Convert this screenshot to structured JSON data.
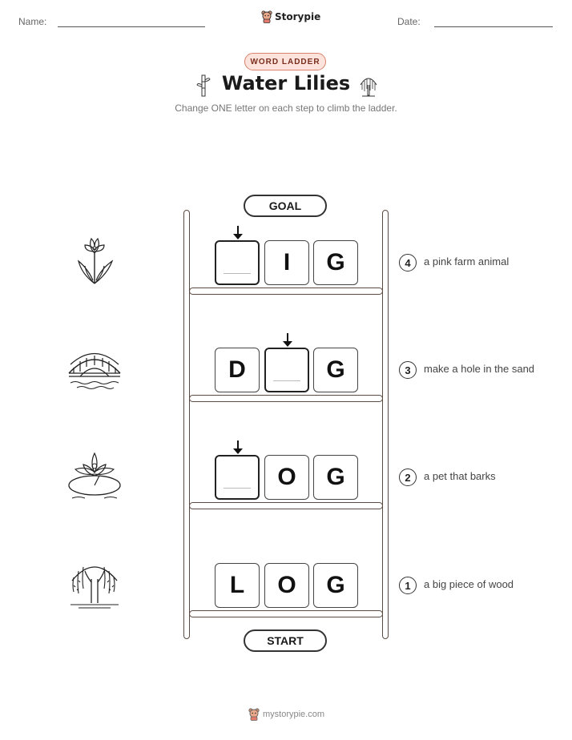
{
  "header": {
    "name_label": "Name:",
    "date_label": "Date:",
    "brand": "Storypie"
  },
  "badge": "WORD LADDER",
  "title": "Water Lilies",
  "subtitle": "Change ONE letter on each step to climb the ladder.",
  "goal_label": "GOAL",
  "start_label": "START",
  "rows": [
    {
      "number": "4",
      "clue": "a pink farm animal",
      "letters": [
        "",
        "I",
        "G"
      ],
      "icon": "iris-flower-icon"
    },
    {
      "number": "3",
      "clue": "make a hole in the sand",
      "letters": [
        "D",
        "",
        "G"
      ],
      "icon": "bridge-icon"
    },
    {
      "number": "2",
      "clue": "a pet that barks",
      "letters": [
        "",
        "O",
        "G"
      ],
      "icon": "water-lily-icon"
    },
    {
      "number": "1",
      "clue": "a big piece of wood",
      "letters": [
        "L",
        "O",
        "G"
      ],
      "icon": "willow-tree-icon"
    }
  ],
  "footer": "mystorypie.com",
  "colors": {
    "badge_bg": "#fde3dc",
    "badge_border": "#d9826c",
    "badge_text": "#7a2d1d",
    "rail": "#5b4a42"
  }
}
